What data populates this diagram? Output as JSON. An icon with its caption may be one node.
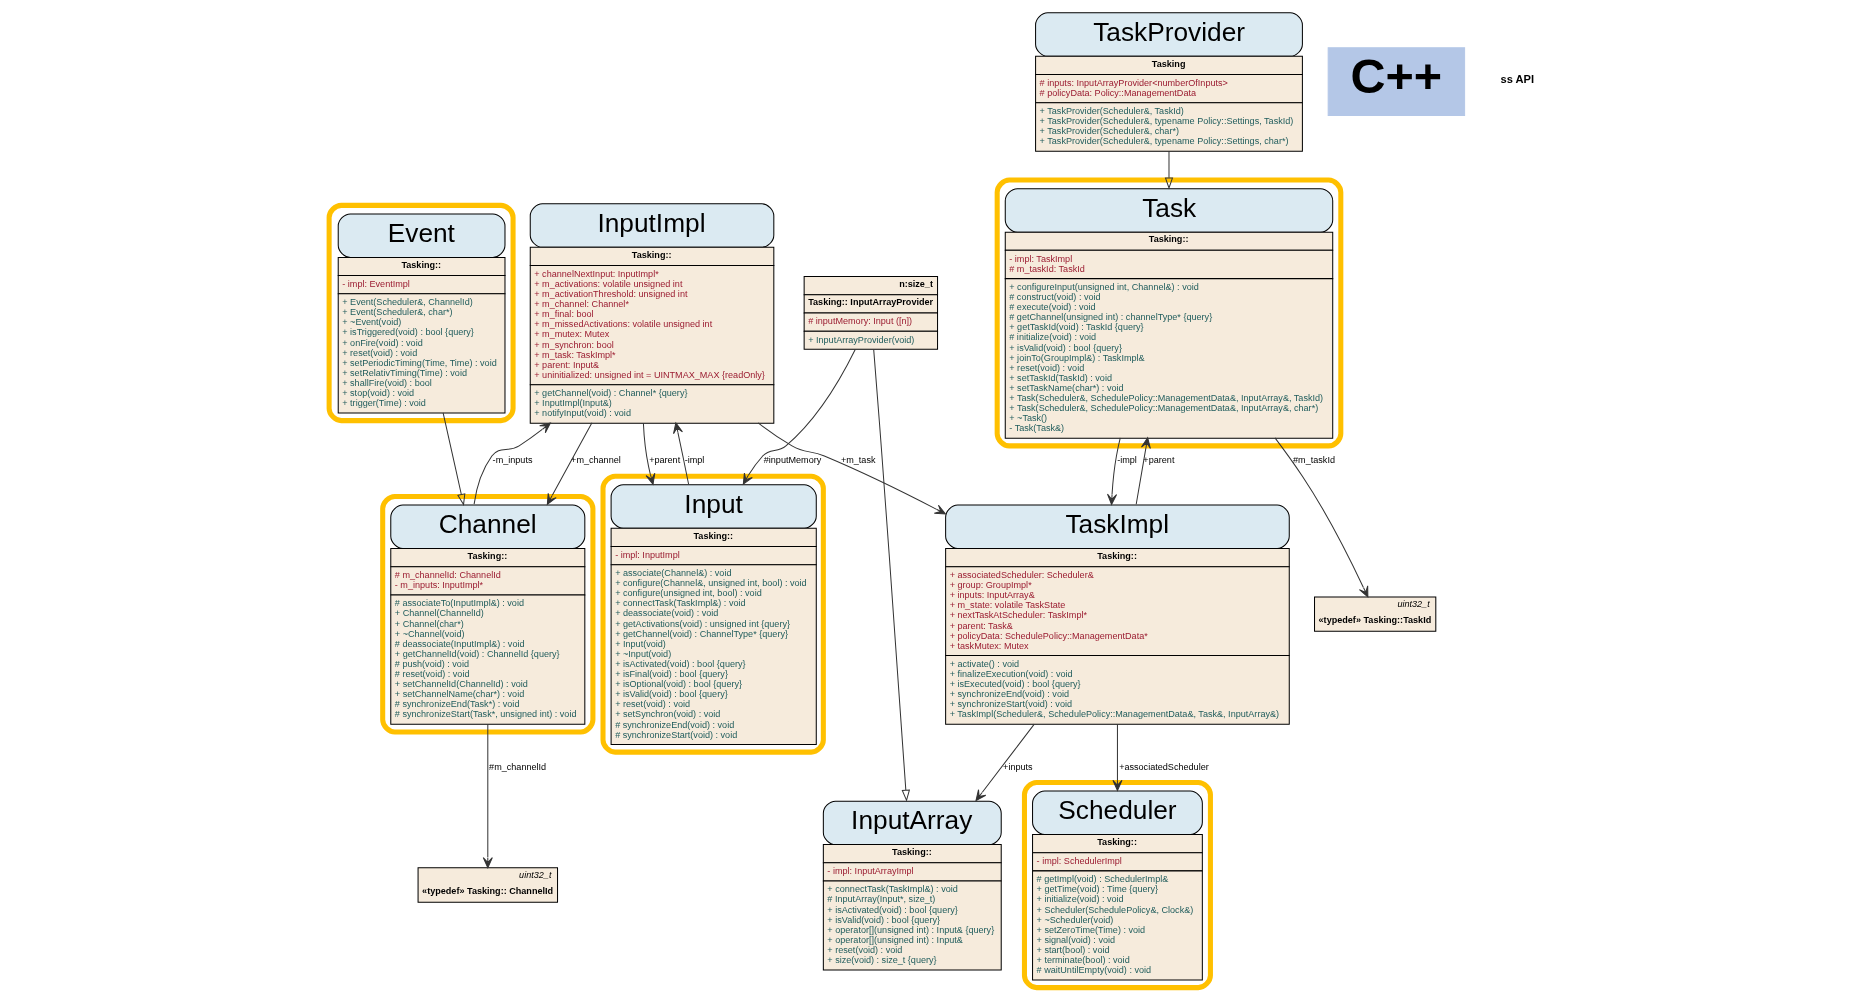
{
  "diagram": {
    "nodes": [
      {
        "text": [
          "uint32_t",
          "«typedef» Tasking:: ChannelId"
        ]
      },
      {
        "text": [
          "InputImpl",
          "Tasking::",
          "+ channelNextInput: InputImpl*",
          "+ m_activations: volatile unsigned int",
          "+ m_activationThreshold: unsigned int",
          "+ m_channel: Channel*",
          "+ m_final: bool",
          "+ m_missedActivations: volatile unsigned int",
          "+ m_mutex: Mutex",
          "+ m_synchron: bool",
          "+ m_task: TaskImpl*",
          "+ parent: Input&",
          "+ uninitialized: unsigned int = UINTMAX_MAX {readOnly}",
          "+ getChannel(void) : Channel* {query}",
          "+ InputImpl(Input&)",
          "+ notifyInput(void) : void"
        ]
      },
      {
        "text": [],
        "shape": "box"
      },
      {
        "text": [
          "Channel",
          "Tasking::",
          "# m_channelId: ChannelId",
          "- m_inputs: InputImpl*",
          "# associateTo(InputImpl&) : void",
          "+ Channel(ChannelId)",
          "+ Channel(char*)",
          "+ ~Channel(void)",
          "# deassociate(InputImpl&) : void",
          "+ getChannelId(void) : ChannelId {query}",
          "# push(void) : void",
          "# reset(void) : void",
          "+ setChannelId(ChannelId) : void",
          "+ setChannelName(char*) : void",
          "# synchronizeEnd(Task*) : void",
          "# synchronizeStart(Task*, unsigned int) : void"
        ],
        "in": 2
      },
      {
        "text": [],
        "shape": "box"
      },
      {
        "text": [
          "Event",
          "Tasking::",
          "- impl: EventImpl",
          "+ Event(Scheduler&, ChannelId)",
          "+ Event(Scheduler&, char*)",
          "+ ~Event(void)",
          "+ isTriggered(void) : bool {query}",
          "+ onFire(void) : void",
          "+ reset(void) : void",
          "+ setPeriodicTiming(Time, Time) : void",
          "+ setRelativTiming(Time) : void",
          "+ shallFire(void) : bool",
          "+ stop(void) : void",
          "+ trigger(Time) : void"
        ],
        "in": 4
      },
      {
        "text": [
          "C++"
        ]
      },
      {
        "text": [],
        "shape": "box"
      },
      {
        "text": [
          "Scheduler",
          "Tasking::",
          "- impl: SchedulerImpl",
          "# getImpl(void) : SchedulerImpl&",
          "+ getTime(void) : Time {query}",
          "+ initialize(void) : void",
          "+ Scheduler(SchedulePolicy&, Clock&)",
          "+ ~Scheduler(void)",
          "+ setZeroTime(Time) : void",
          "+ signal(void) : void",
          "+ start(bool) : void",
          "+ terminate(bool) : void",
          "# waitUntilEmpty(void) : void"
        ],
        "in": 7
      },
      {
        "text": [],
        "shape": "box"
      },
      {
        "text": [
          "Input",
          "Tasking::",
          "- impl: InputImpl",
          "+ associate(Channel&) : void",
          "+ configure(Channel&, unsigned int, bool) : void",
          "+ configure(unsigned int, bool) : void",
          "+ connectTask(TaskImpl&) : void",
          "+ deassociate(void) : void",
          "+ getActivations(void) : unsigned int {query}",
          "+ getChannel(void) : ChannelType* {query}",
          "+ Input(void)",
          "+ ~Input(void)",
          "+ isActivated(void) : bool {query}",
          "+ isFinal(void) : bool {query}",
          "+ isOptional(void) : bool {query}",
          "+ isValid(void) : bool {query}",
          "+ reset(void) : void",
          "+ setSynchron(void) : void",
          "# synchronizeEnd(void) : void",
          "# synchronizeStart(void) : void"
        ],
        "in": 9
      },
      {
        "text": [
          "n:size_t",
          "Tasking:: InputArrayProvider",
          "# inputMemory: Input ([n])",
          "+ InputArrayProvider(void)"
        ]
      },
      {
        "text": [
          "InputArray",
          "Tasking::",
          "- impl: InputArrayImpl",
          "+ connectTask(TaskImpl&) : void",
          "# InputArray(Input*, size_t)",
          "+ isActivated(void) : bool {query}",
          "+ isValid(void) : bool {query}",
          "+ operator[](unsigned int) : Input& {query}",
          "+ operator[](unsigned int) : Input&",
          "+ reset(void) : void",
          "+ size(void) : size_t {query}"
        ]
      },
      {
        "text": [
          "TaskProvider",
          "Tasking",
          "# inputs: InputArrayProvider<numberOfInputs>",
          "# policyData: Policy::ManagementData",
          "+ TaskProvider(Scheduler&, TaskId)",
          "+ TaskProvider(Scheduler&, typename Policy::Settings, TaskId)",
          "+ TaskProvider(Scheduler&, char*)",
          "+ TaskProvider(Scheduler&, typename Policy::Settings, char*)"
        ]
      },
      {
        "text": [],
        "shape": "box"
      },
      {
        "text": [
          "Task",
          "Tasking::",
          "- impl: TaskImpl",
          "# m_taskId: TaskId",
          "+ configureInput(unsigned int, Channel&) : void",
          "# construct(void) : void",
          "# execute(void) : void",
          "# getChannel(unsigned int) : channelType* {query}",
          "+ getTaskId(void) : TaskId {query}",
          "# initialize(void) : void",
          "+ isValid(void) : bool {query}",
          "+ joinTo(GroupImpl&) : TaskImpl&",
          "+ reset(void) : void",
          "+ setTaskId(TaskId) : void",
          "+ setTaskName(char*) : void",
          "+ Task(Scheduler&, SchedulePolicy::ManagementData&, InputArray&, TaskId)",
          "+ Task(Scheduler&, SchedulePolicy::ManagementData&, InputArray&, char*)",
          "+ ~Task()",
          "- Task(Task&)"
        ],
        "in": 14
      },
      {
        "text": [
          "TaskImpl",
          "Tasking::",
          "+ associatedScheduler: Scheduler&",
          "+ group: GroupImpl*",
          "+ inputs: InputArray&",
          "+ m_state: volatile TaskState",
          "+ nextTaskAtScheduler: TaskImpl*",
          "+ parent: Task&",
          "+ policyData: SchedulePolicy::ManagementData*",
          "+ taskMutex: Mutex",
          "+ activate() : void",
          "+ finalizeExecution(void) : void",
          "+ isExecuted(void) : bool {query}",
          "+ synchronizeEnd(void) : void",
          "+ synchronizeStart(void) : void",
          "+ TaskImpl(Scheduler&, SchedulePolicy::ManagementData&, Task&, InputArray&)"
        ]
      },
      {
        "text": [
          "uint32_t",
          "«typedef» Tasking::TaskId"
        ]
      }
    ],
    "edges": [
      {
        "from": 3,
        "to": 0,
        "arrow": "to",
        "label": "#m_channelId"
      },
      {
        "from": 3,
        "to": 1,
        "arrow": "to",
        "label": "-m_inputs"
      },
      {
        "from": 1,
        "to": 3,
        "arrow": "to",
        "label": "+m_channel"
      },
      {
        "from": 5,
        "to": 3,
        "arrow": "to"
      },
      {
        "from": 1,
        "to": 10,
        "arrow": "to",
        "label": "+parent"
      },
      {
        "from": 10,
        "to": 1,
        "arrow": "to",
        "label": "-impl"
      },
      {
        "from": 11,
        "to": 10,
        "arrow": "to",
        "label": "#inputMemory"
      },
      {
        "from": 11,
        "to": 12,
        "arrow": "to"
      },
      {
        "from": 13,
        "to": 15,
        "arrow": "to"
      },
      {
        "from": 15,
        "to": 16,
        "arrow": "to",
        "label": "-impl"
      },
      {
        "from": 16,
        "to": 15,
        "arrow": "to",
        "label": "+parent"
      },
      {
        "from": 15,
        "to": 17,
        "arrow": "to",
        "label": "#m_taskId"
      },
      {
        "from": 16,
        "to": 12,
        "arrow": "to",
        "label": "+inputs"
      },
      {
        "from": 1,
        "to": 16,
        "arrow": "to",
        "label": "+m_task"
      },
      {
        "from": 16,
        "to": 8,
        "arrow": "to",
        "label": "+associatedScheduler"
      }
    ],
    "labels": [
      "ss API"
    ]
  }
}
